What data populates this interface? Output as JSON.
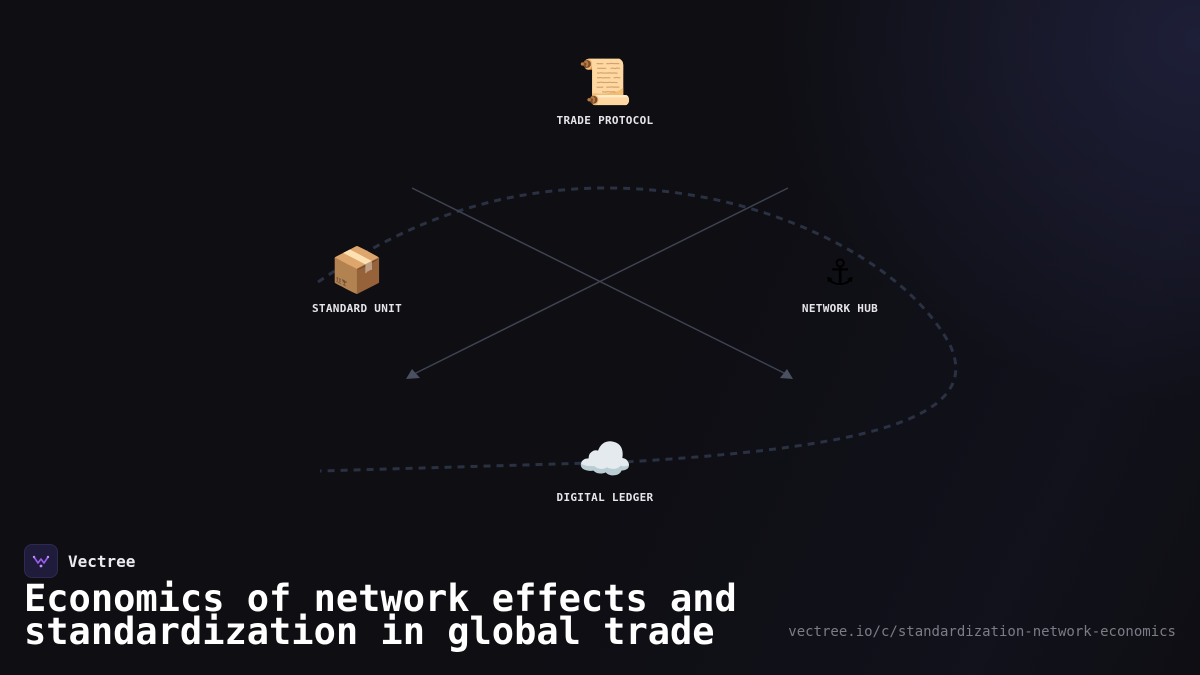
{
  "nodes": {
    "top": {
      "icon": "scroll-icon",
      "glyph": "📜",
      "label": "TRADE PROTOCOL"
    },
    "left": {
      "icon": "package-icon",
      "glyph": "📦",
      "label": "STANDARD UNIT"
    },
    "right": {
      "icon": "anchor-icon",
      "glyph": "⚓",
      "label": "NETWORK HUB"
    },
    "bottom": {
      "icon": "cloud-icon",
      "glyph": "☁️",
      "label": "DIGITAL LEDGER"
    }
  },
  "brand": {
    "name": "Vectree",
    "logo_icon": "vectree-logo-icon"
  },
  "title": "Economics of network effects and standardization in global trade",
  "url": "vectree.io/c/standardization-network-economics",
  "colors": {
    "background": "#0e0e13",
    "connector": "#3e4352",
    "dashed_path": "#2a3142",
    "logo_accent": "#9b5cf0"
  }
}
